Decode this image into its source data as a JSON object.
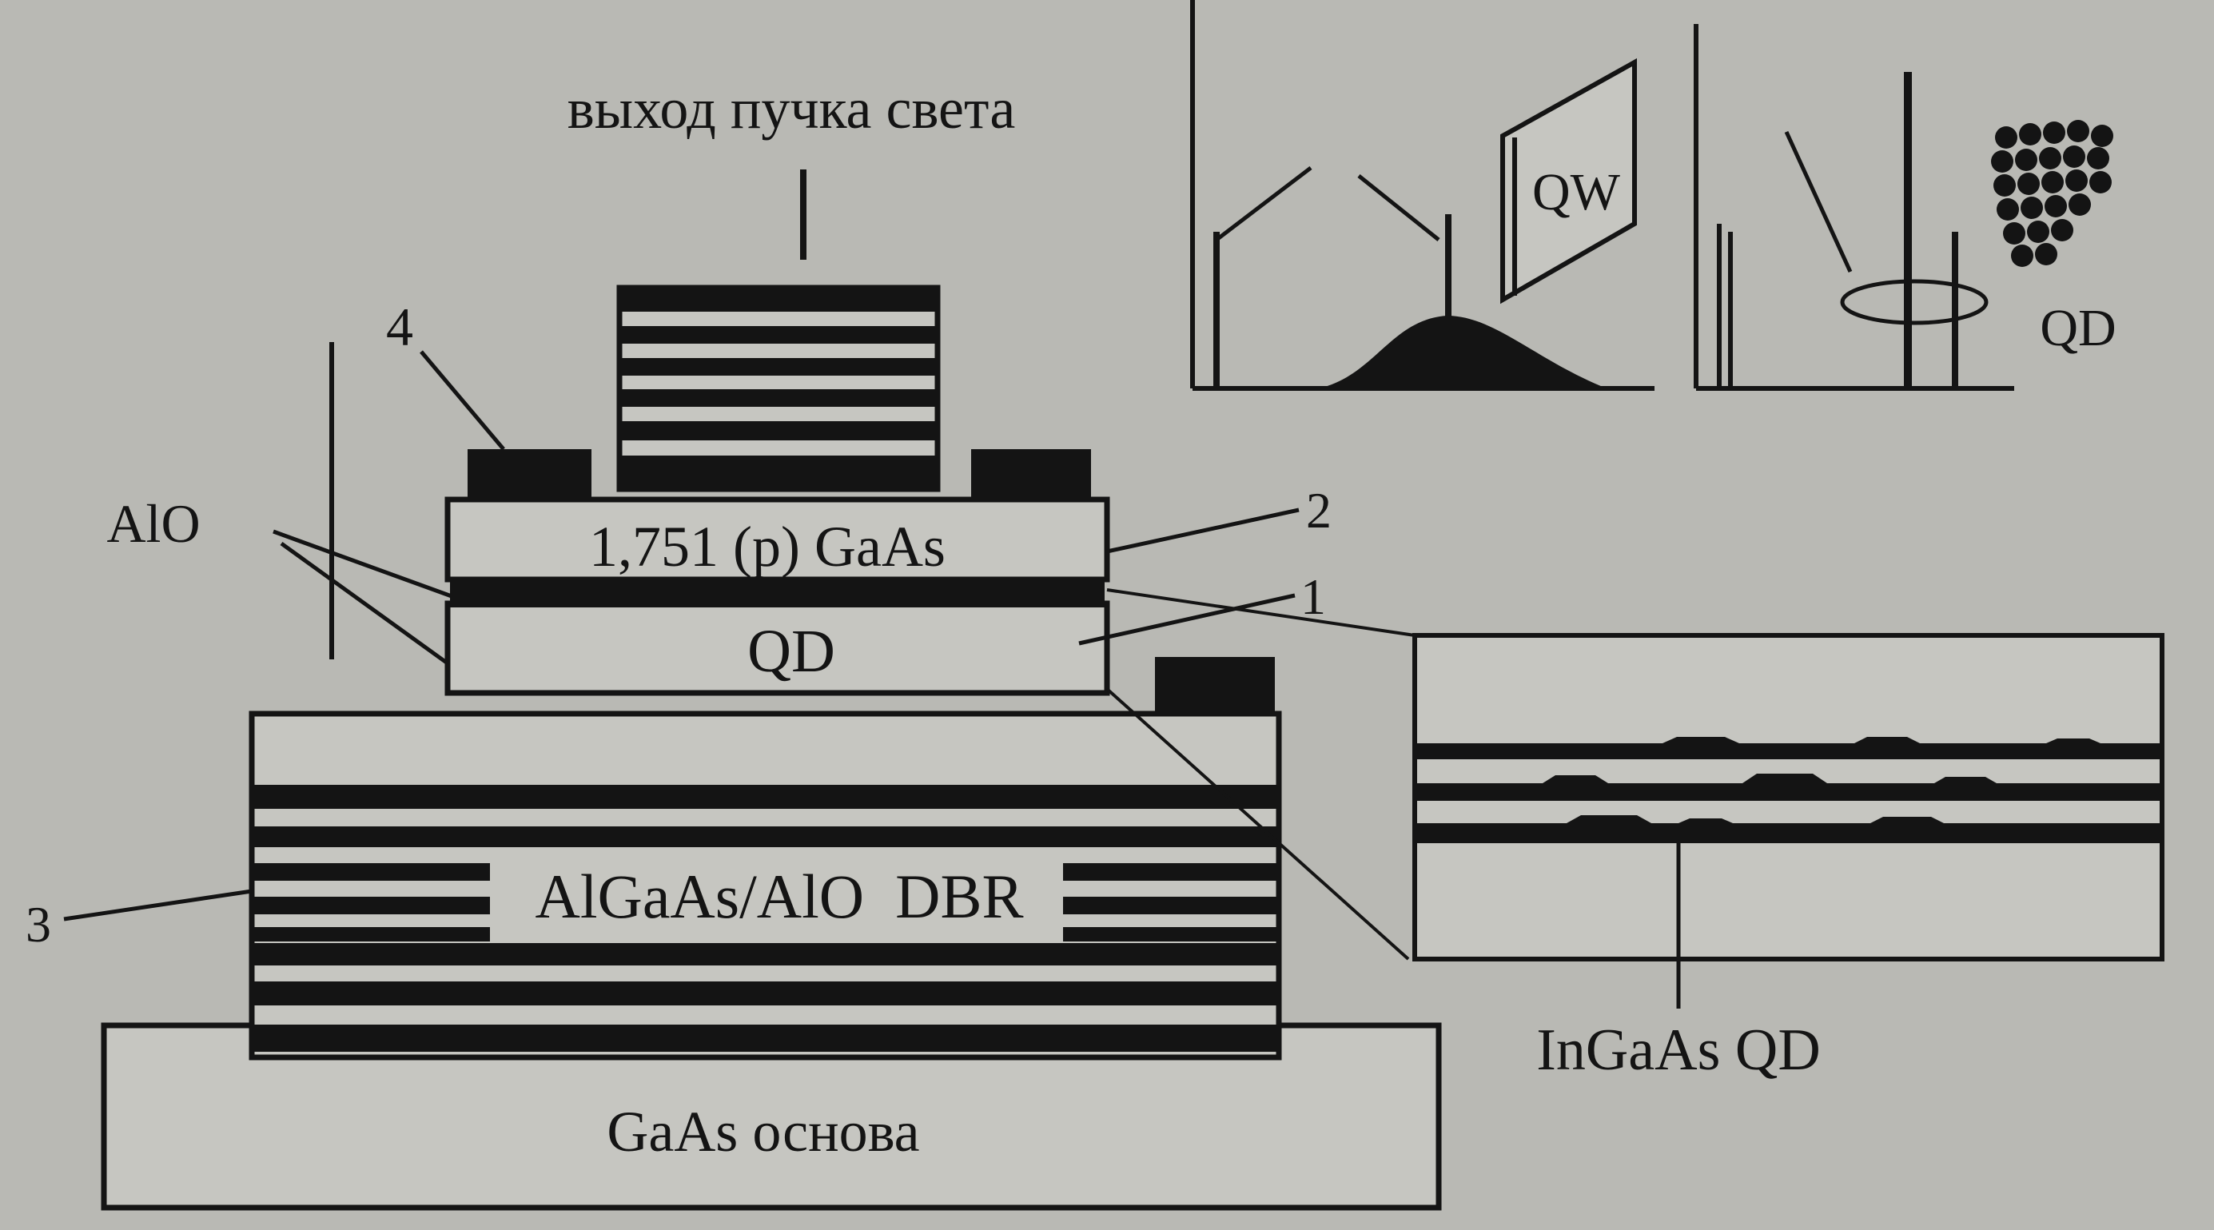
{
  "labels": {
    "output_beam": "выход пучка света",
    "contact_marker": "4",
    "aperture_oxide": "AlO",
    "top_layer": "1,751 (p) GaAs",
    "top_layer_marker": "2",
    "active_layer": "QD",
    "active_layer_marker": "1",
    "mirror_marker": "3",
    "mirror": "AlGaAs/AlO  DBR",
    "substrate": "GaAs основа",
    "inset_qd_layers": "InGaAs QD",
    "spectrum_well": "QW",
    "spectrum_dots": "QD"
  },
  "colors": {
    "ink": "#141414",
    "paper": "#b9b9b4",
    "layer_fill": "#c6c6c1"
  }
}
